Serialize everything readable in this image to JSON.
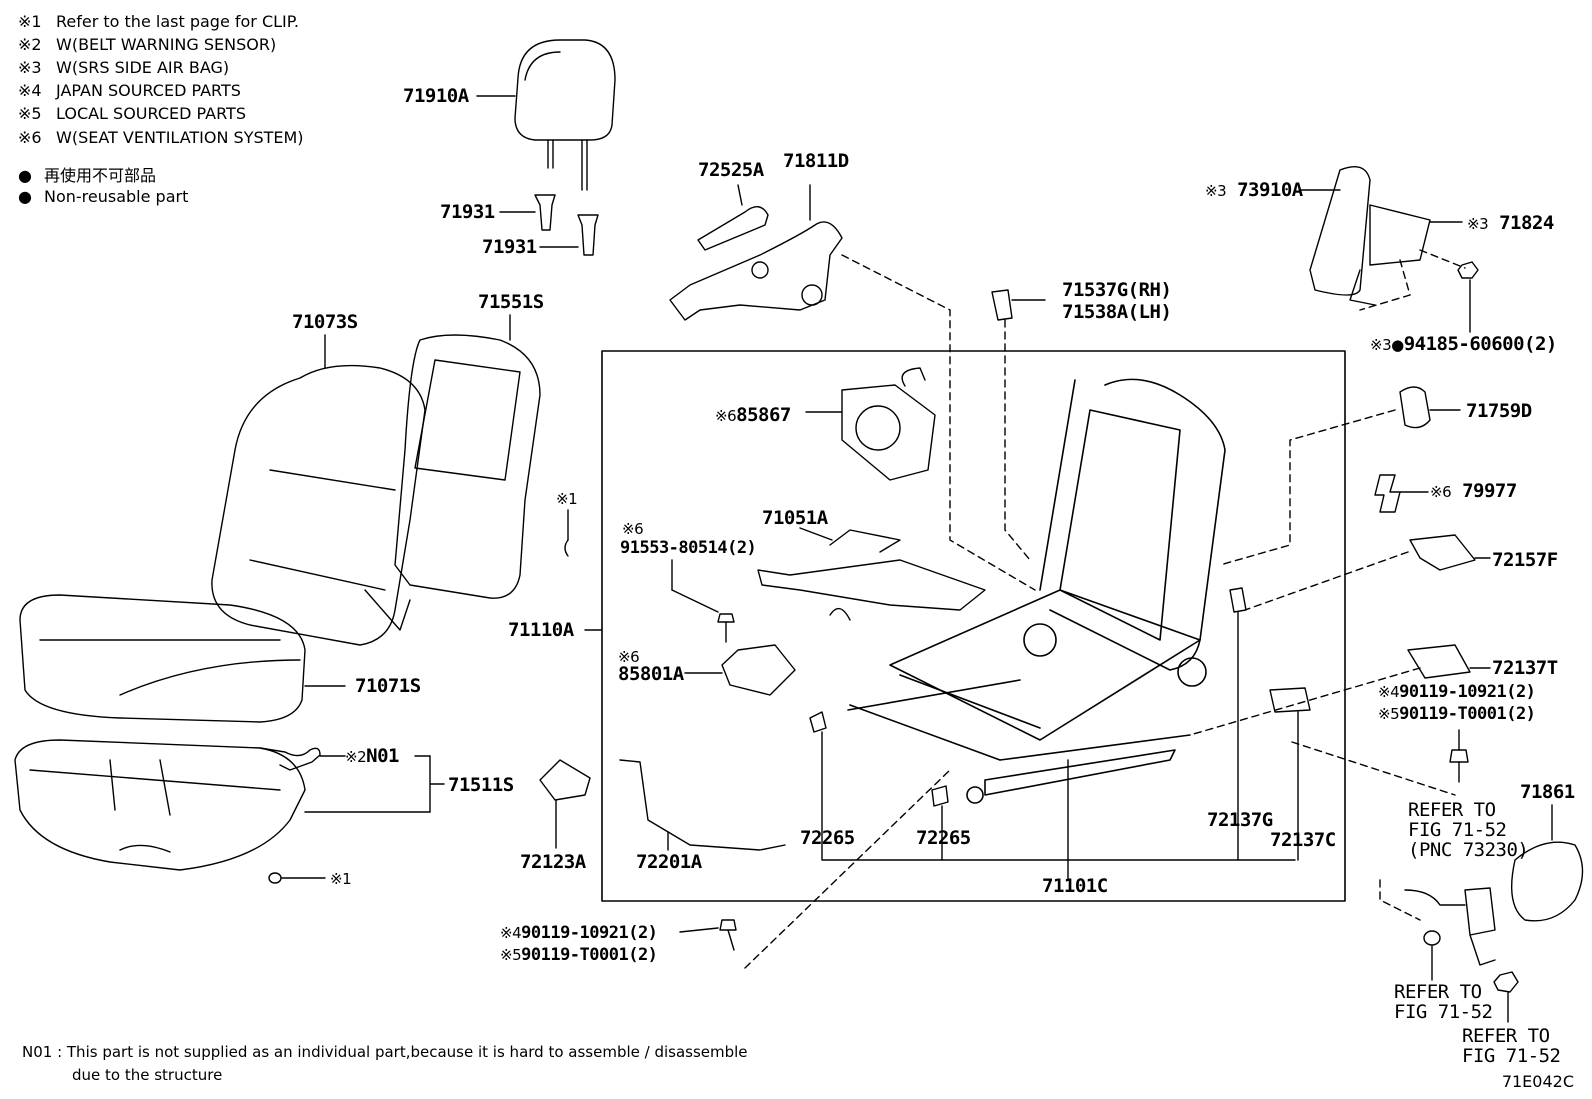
{
  "notes": [
    {
      "mark": "※1",
      "text": "Refer to the last page for CLIP."
    },
    {
      "mark": "※2",
      "text": "W(BELT WARNING SENSOR)"
    },
    {
      "mark": "※3",
      "text": "W(SRS SIDE AIR BAG)"
    },
    {
      "mark": "※4",
      "text": "JAPAN SOURCED PARTS"
    },
    {
      "mark": "※5",
      "text": "LOCAL SOURCED PARTS"
    },
    {
      "mark": "※6",
      "text": "W(SEAT VENTILATION SYSTEM)"
    }
  ],
  "legend": [
    {
      "symbol": "●",
      "text": "再使用不可部品"
    },
    {
      "symbol": "●",
      "text": "Non-reusable part"
    }
  ],
  "parts": {
    "p71910A": "71910A",
    "p71931a": "71931",
    "p71931b": "71931",
    "p72525A": "72525A",
    "p71811D": "71811D",
    "p73910A_pre": "※3",
    "p73910A": "73910A",
    "p71824_pre": "※3",
    "p71824": "71824",
    "p71537G": "71537G(RH)",
    "p71538A": "71538A(LH)",
    "p94185_pre": "※3●",
    "p94185": "94185-60600(2)",
    "p71073S": "71073S",
    "p71551S": "71551S",
    "p85867_pre": "※6",
    "p85867": "85867",
    "p71759D": "71759D",
    "p79977_pre": "※6",
    "p79977": "79977",
    "p_clip1_pre": "※1",
    "p91553_pre": "※6",
    "p91553": "91553-80514(2)",
    "p71051A": "71051A",
    "p72157F": "72157F",
    "p71110A": "71110A",
    "p85801A_pre": "※6",
    "p85801A": "85801A",
    "p72137T": "72137T",
    "p71071S": "71071S",
    "p90119a_pre": "※4",
    "p90119a": "90119-10921(2)",
    "p90119b_pre": "※5",
    "p90119b": "90119-T0001(2)",
    "pN01_pre": "※2",
    "pN01": "N01",
    "p71511S": "71511S",
    "p71861": "71861",
    "p_ref1a": "REFER TO",
    "p_ref1b": "FIG 71-52",
    "p_ref1c": "(PNC 73230)",
    "p72265a": "72265",
    "p72265b": "72265",
    "p72137G": "72137G",
    "p72137C": "72137C",
    "p72123A": "72123A",
    "p72201A": "72201A",
    "p71101C": "71101C",
    "p_clip2": "※1",
    "p90119c_pre": "※4",
    "p90119c": "90119-10921(2)",
    "p90119d_pre": "※5",
    "p90119d": "90119-T0001(2)",
    "p_ref2a": "REFER TO",
    "p_ref2b": "FIG 71-52",
    "p_ref3a": "REFER TO",
    "p_ref3b": "FIG 71-52"
  },
  "footnote": {
    "line1": "N01 : This part is not supplied as an individual part,because it is hard to assemble / disassemble",
    "line2": "due to the structure"
  },
  "figure_code": "71E042C"
}
